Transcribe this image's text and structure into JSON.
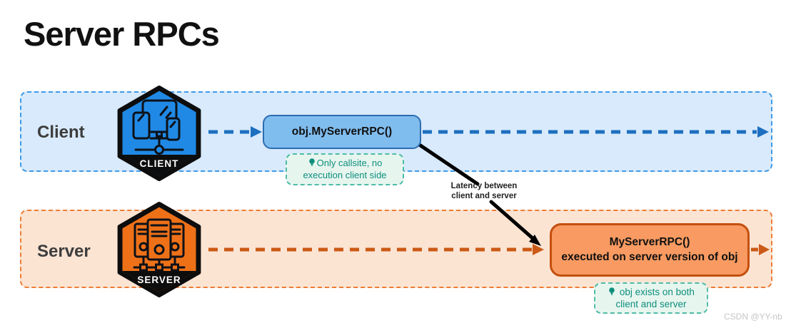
{
  "title": "Server RPCs",
  "lanes": {
    "client": {
      "label": "Client",
      "badge": "CLIENT",
      "box_label": "obj.MyServerRPC()",
      "note_line1": "Only callsite, no",
      "note_line2": "execution client side"
    },
    "server": {
      "label": "Server",
      "badge": "SERVER",
      "box_line1": "MyServerRPC()",
      "box_line2": "executed on server version of obj",
      "note_line1": "obj exists on both",
      "note_line2": "client and server"
    }
  },
  "latency_label_line1": "Latency between",
  "latency_label_line2": "client and server",
  "watermark": "CSDN @YY-nb",
  "colors": {
    "client_lane_fill": "#d8eafb",
    "client_lane_border": "#3d9ae8",
    "client_arrow": "#1d6fc0",
    "client_box_fill": "#80bdef",
    "client_box_border": "#2b6cb0",
    "client_hexagon": "#2089e5",
    "server_lane_fill": "#fce4d3",
    "server_lane_border": "#ed7d35",
    "server_arrow": "#cb5a16",
    "server_box_fill": "#f89a61",
    "server_box_border": "#c4500e",
    "server_hexagon": "#ee7118",
    "note_fill": "#e7f5ef",
    "note_border": "#4fbca6",
    "note_text": "#0d8f7b",
    "latency_arrow": "#000000"
  }
}
